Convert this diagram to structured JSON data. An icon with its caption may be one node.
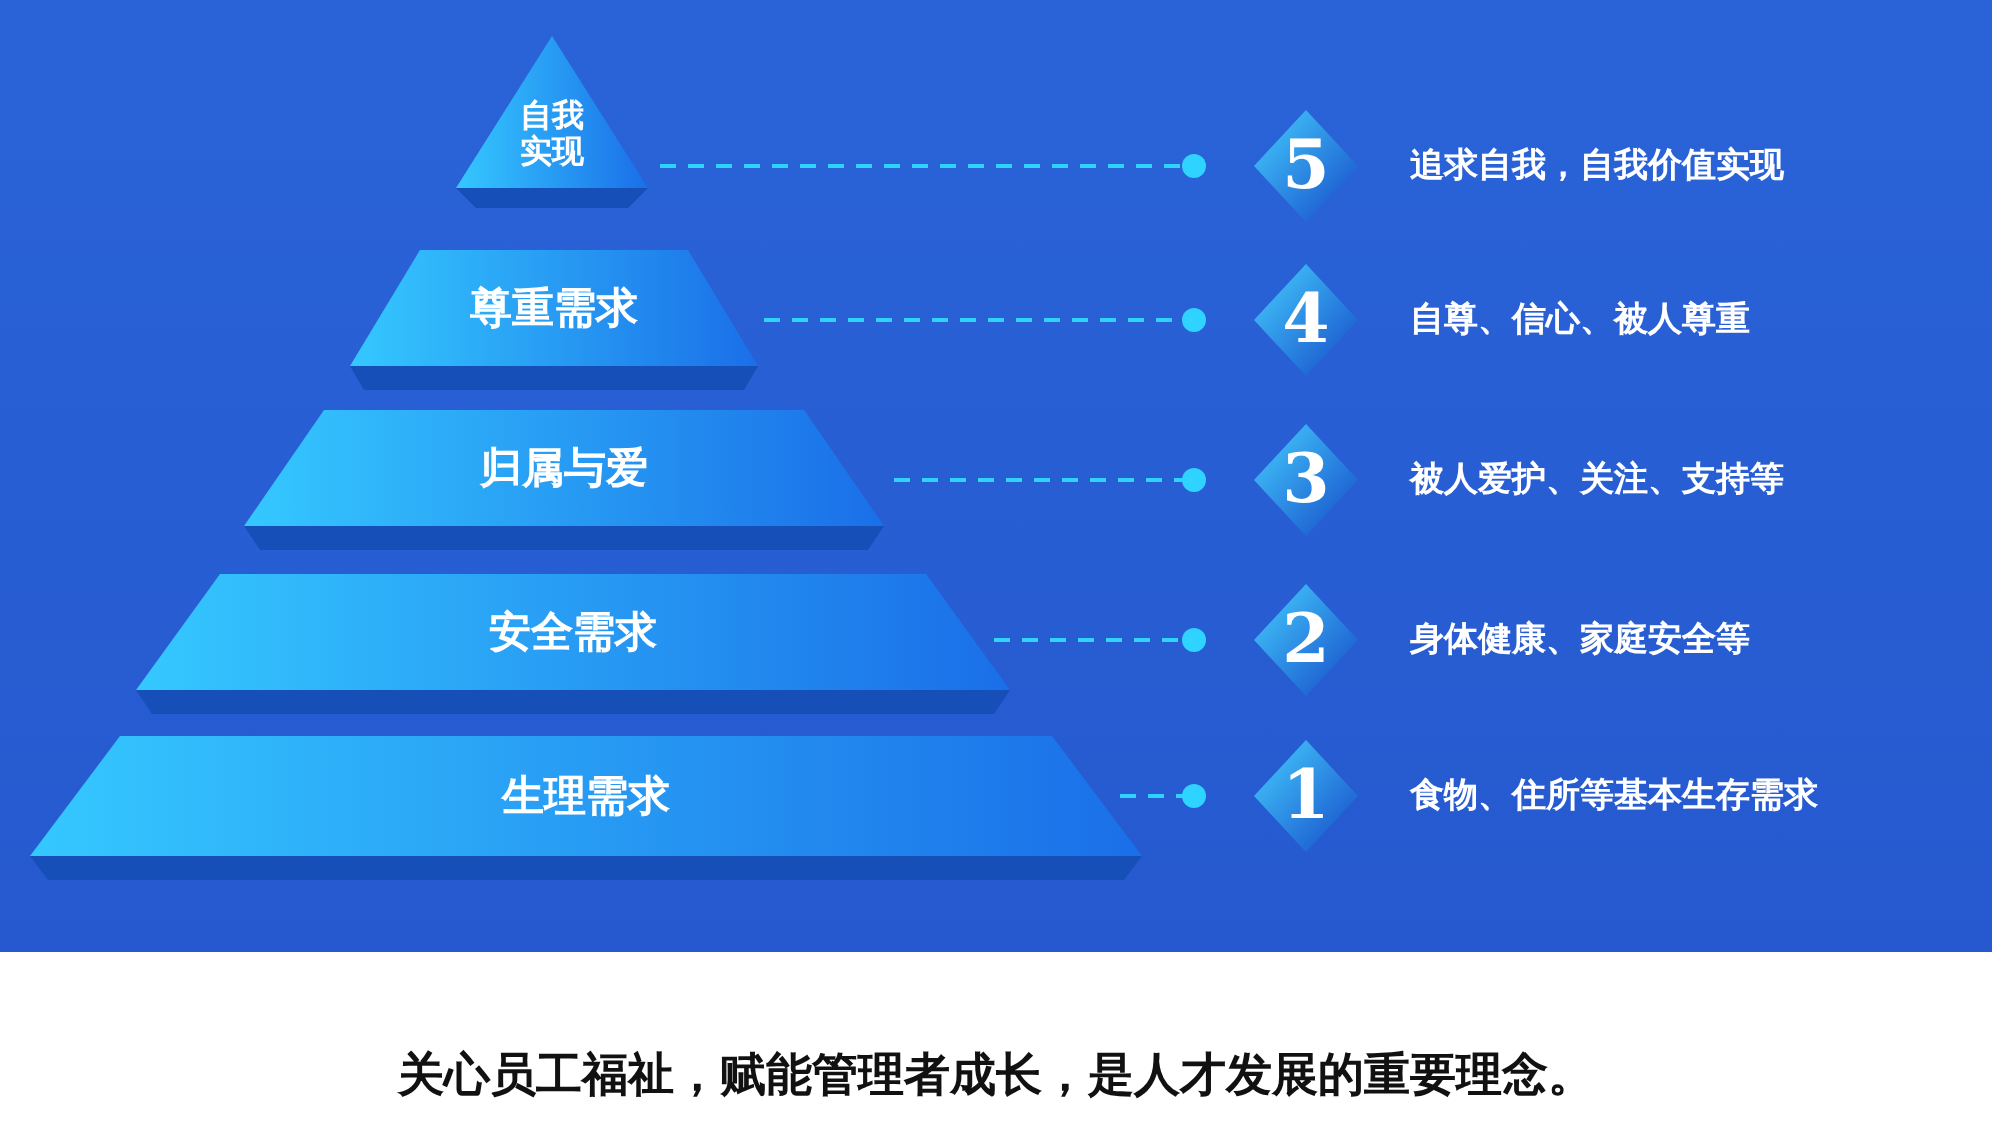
{
  "diagram": {
    "caption": "关心员工福祉，赋能管理者成长，是人才发展的重要理念。",
    "nodes": [
      {
        "text": [
          "自我实现"
        ]
      },
      {
        "text": [
          "尊重需求"
        ]
      },
      {
        "text": [
          "归属与爱"
        ]
      },
      {
        "text": [
          "安全需求"
        ]
      },
      {
        "text": [
          "生理需求"
        ]
      },
      {
        "text": [
          "5"
        ],
        "beside": [
          "追求自我，自我价值实现"
        ]
      },
      {
        "text": [
          "4"
        ],
        "beside": [
          "自尊、信心、被人尊重"
        ]
      },
      {
        "text": [
          "3"
        ],
        "beside": [
          "被人爱护、关注、支持等"
        ]
      },
      {
        "text": [
          "2"
        ],
        "beside": [
          "身体健康、家庭安全等"
        ]
      },
      {
        "text": [
          "1"
        ],
        "beside": [
          "食物、住所等基本生存需求"
        ]
      }
    ],
    "edges": [
      {
        "from": 0,
        "to": 5,
        "arrow": "other",
        "style": "dashed"
      },
      {
        "from": 1,
        "to": 6,
        "arrow": "other",
        "style": "dashed"
      },
      {
        "from": 2,
        "to": 7,
        "arrow": "other",
        "style": "dashed"
      },
      {
        "from": 3,
        "to": 8,
        "arrow": "other",
        "style": "dashed"
      },
      {
        "from": 4,
        "to": 9,
        "arrow": "other",
        "style": "dashed"
      }
    ]
  }
}
